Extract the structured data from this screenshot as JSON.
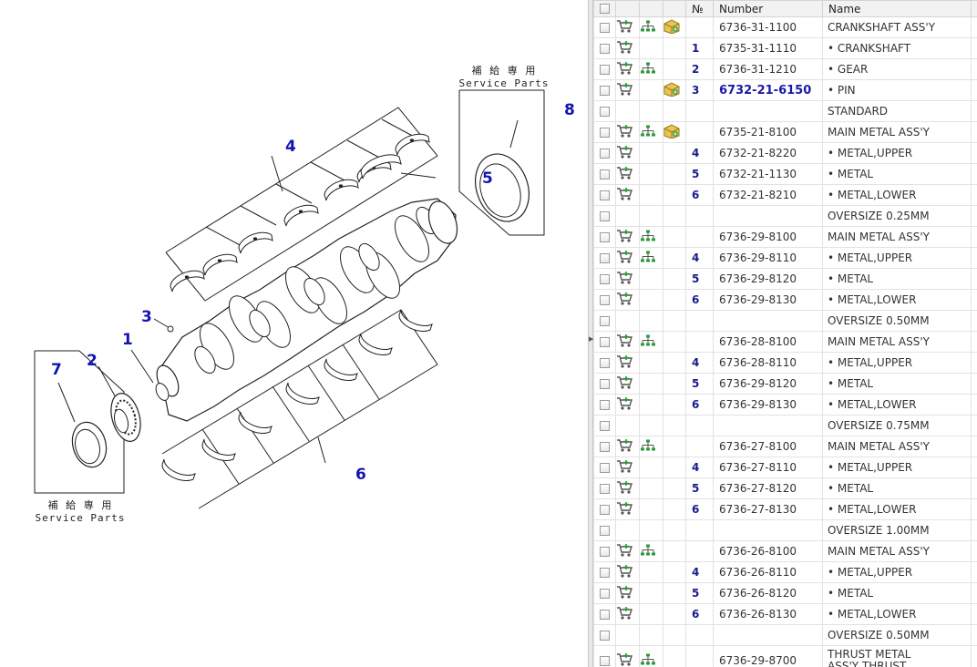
{
  "diagram": {
    "callouts": [
      "1",
      "2",
      "3",
      "4",
      "5",
      "6",
      "7",
      "8"
    ],
    "service_parts_jp": "補 給 専 用",
    "service_parts_en": "Service Parts"
  },
  "table": {
    "columns": {
      "no": "№",
      "number": "Number",
      "name": "Name"
    },
    "rows": [
      {
        "cart": true,
        "tree": true,
        "box": true,
        "no": "",
        "number": "6736-31-1100",
        "name": "CRANKSHAFT ASS'Y"
      },
      {
        "cart": true,
        "tree": false,
        "box": false,
        "no": "1",
        "number": "6735-31-1110",
        "name": "• CRANKSHAFT"
      },
      {
        "cart": true,
        "tree": true,
        "box": false,
        "no": "2",
        "number": "6736-31-1210",
        "name": "• GEAR"
      },
      {
        "cart": true,
        "tree": false,
        "box": true,
        "no": "3",
        "number": "6732-21-6150",
        "name": "• PIN",
        "highlight": true
      },
      {
        "cart": false,
        "tree": false,
        "box": false,
        "no": "",
        "number": "",
        "name": "STANDARD"
      },
      {
        "cart": true,
        "tree": true,
        "box": true,
        "no": "",
        "number": "6735-21-8100",
        "name": "MAIN METAL ASS'Y"
      },
      {
        "cart": true,
        "tree": false,
        "box": false,
        "no": "4",
        "number": "6732-21-8220",
        "name": "• METAL,UPPER"
      },
      {
        "cart": true,
        "tree": false,
        "box": false,
        "no": "5",
        "number": "6732-21-1130",
        "name": "• METAL"
      },
      {
        "cart": true,
        "tree": false,
        "box": false,
        "no": "6",
        "number": "6732-21-8210",
        "name": "• METAL,LOWER"
      },
      {
        "cart": false,
        "tree": false,
        "box": false,
        "no": "",
        "number": "",
        "name": "OVERSIZE 0.25MM"
      },
      {
        "cart": true,
        "tree": true,
        "box": false,
        "no": "",
        "number": "6736-29-8100",
        "name": "MAIN METAL ASS'Y"
      },
      {
        "cart": true,
        "tree": true,
        "box": false,
        "no": "4",
        "number": "6736-29-8110",
        "name": "• METAL,UPPER"
      },
      {
        "cart": true,
        "tree": false,
        "box": false,
        "no": "5",
        "number": "6736-29-8120",
        "name": "• METAL"
      },
      {
        "cart": true,
        "tree": false,
        "box": false,
        "no": "6",
        "number": "6736-29-8130",
        "name": "• METAL,LOWER"
      },
      {
        "cart": false,
        "tree": false,
        "box": false,
        "no": "",
        "number": "",
        "name": "OVERSIZE 0.50MM"
      },
      {
        "cart": true,
        "tree": true,
        "box": false,
        "no": "",
        "number": "6736-28-8100",
        "name": "MAIN METAL ASS'Y"
      },
      {
        "cart": true,
        "tree": false,
        "box": false,
        "no": "4",
        "number": "6736-28-8110",
        "name": "• METAL,UPPER"
      },
      {
        "cart": true,
        "tree": false,
        "box": false,
        "no": "5",
        "number": "6736-29-8120",
        "name": "• METAL"
      },
      {
        "cart": true,
        "tree": false,
        "box": false,
        "no": "6",
        "number": "6736-29-8130",
        "name": "• METAL,LOWER"
      },
      {
        "cart": false,
        "tree": false,
        "box": false,
        "no": "",
        "number": "",
        "name": "OVERSIZE 0.75MM"
      },
      {
        "cart": true,
        "tree": true,
        "box": false,
        "no": "",
        "number": "6736-27-8100",
        "name": "MAIN METAL ASS'Y"
      },
      {
        "cart": true,
        "tree": false,
        "box": false,
        "no": "4",
        "number": "6736-27-8110",
        "name": "• METAL,UPPER"
      },
      {
        "cart": true,
        "tree": false,
        "box": false,
        "no": "5",
        "number": "6736-27-8120",
        "name": "• METAL"
      },
      {
        "cart": true,
        "tree": false,
        "box": false,
        "no": "6",
        "number": "6736-27-8130",
        "name": "• METAL,LOWER"
      },
      {
        "cart": false,
        "tree": false,
        "box": false,
        "no": "",
        "number": "",
        "name": "OVERSIZE 1.00MM"
      },
      {
        "cart": true,
        "tree": true,
        "box": false,
        "no": "",
        "number": "6736-26-8100",
        "name": "MAIN METAL ASS'Y"
      },
      {
        "cart": true,
        "tree": false,
        "box": false,
        "no": "4",
        "number": "6736-26-8110",
        "name": "• METAL,UPPER"
      },
      {
        "cart": true,
        "tree": false,
        "box": false,
        "no": "5",
        "number": "6736-26-8120",
        "name": "• METAL"
      },
      {
        "cart": true,
        "tree": false,
        "box": false,
        "no": "6",
        "number": "6736-26-8130",
        "name": "• METAL,LOWER"
      },
      {
        "cart": false,
        "tree": false,
        "box": false,
        "no": "",
        "number": "",
        "name": "OVERSIZE 0.50MM"
      },
      {
        "cart": true,
        "tree": true,
        "box": false,
        "no": "",
        "number": "6736-29-8700",
        "name": "THRUST METAL ASS'Y,THRUST",
        "tall": true
      }
    ]
  },
  "icons": {
    "cart": "cart-icon",
    "tree": "hierarchy-icon",
    "box": "package-icon"
  },
  "colors": {
    "callout": "#1414b4",
    "part_number_highlight": "#1a1aaa",
    "grid_border": "#e2e2e2",
    "tree_icon": "#2a9a3a"
  }
}
